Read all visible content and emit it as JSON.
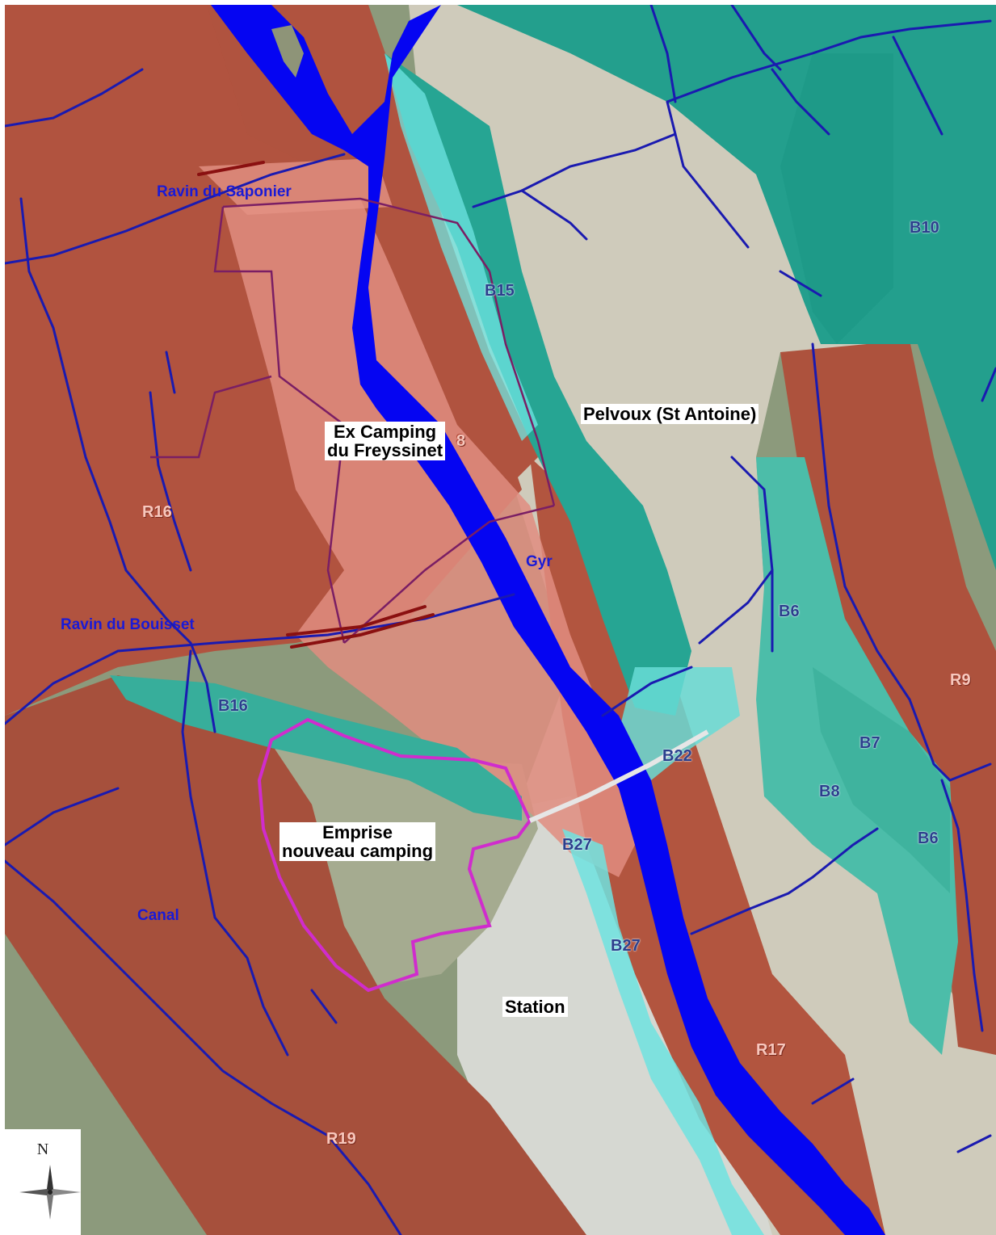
{
  "map": {
    "colors": {
      "red_zone": "#b5543f",
      "red_zone_light": "#e58e84",
      "blue_zone": "#1f9e8c",
      "blue_zone_light": "#6fe0e0",
      "river": "#0000ff",
      "stream": "#1c1cb0",
      "perimeter": "#d22ecf",
      "urban": "#c8c4b4"
    },
    "labels": {
      "ravin_saponier": "Ravin du Saponier",
      "ravin_bouisset": "Ravin du Bouisset",
      "canal": "Canal",
      "gyr": "Gyr",
      "ex_camping_line1": "Ex Camping",
      "ex_camping_line2": "du Freyssinet",
      "pelvoux": "Pelvoux (St Antoine)",
      "emprise_line1": "Emprise",
      "emprise_line2": "nouveau camping",
      "station": "Station"
    },
    "zones": {
      "b10": "B10",
      "b15": "B15",
      "b16": "B16",
      "b6_upper": "B6",
      "b6_lower": "B6",
      "b7": "B7",
      "b8": "B8",
      "b22": "B22",
      "b27_upper": "B27",
      "b27_lower": "B27",
      "r16": "R16",
      "r9": "R9",
      "r17": "R17",
      "r19": "R19",
      "r18_partial": "8"
    },
    "compass": {
      "north": "N"
    }
  }
}
